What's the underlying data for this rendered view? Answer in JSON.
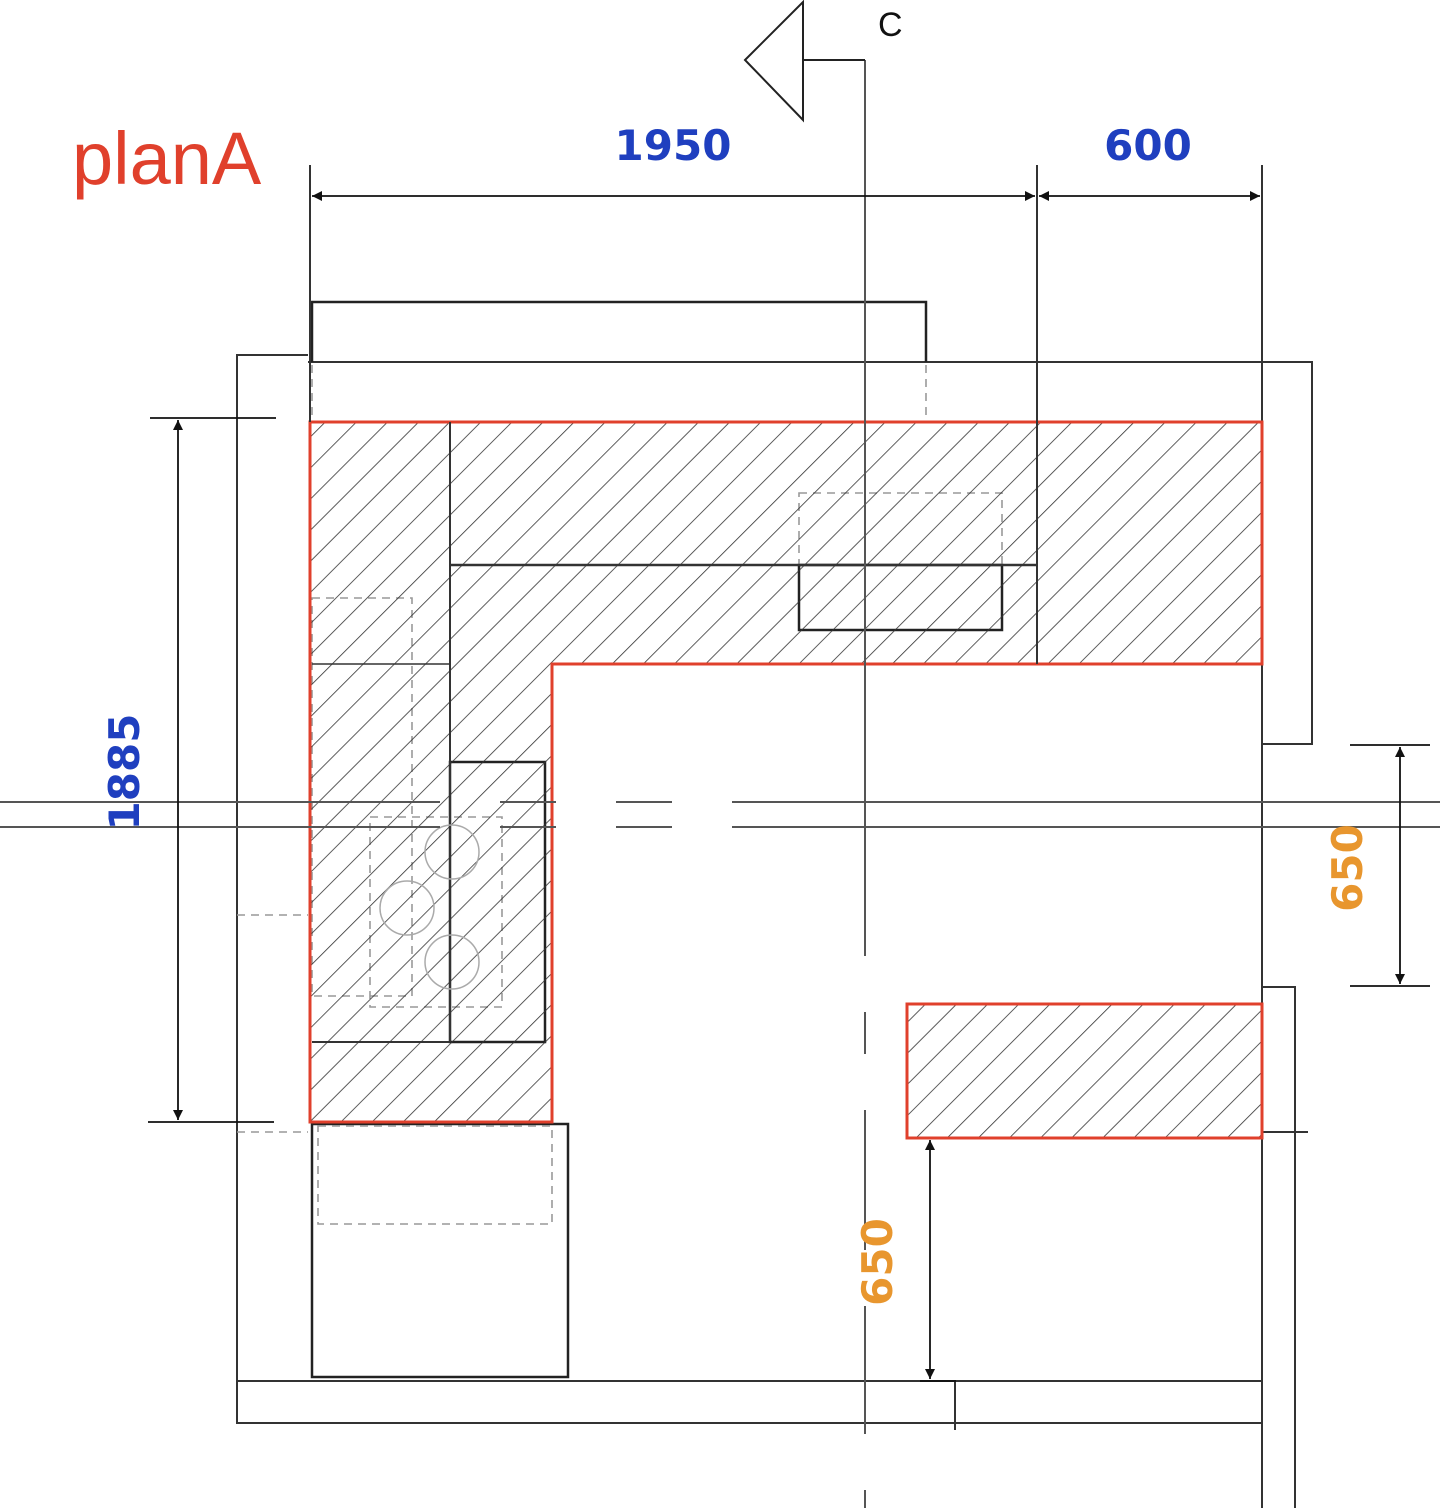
{
  "plan_title": "planA",
  "section_mark": "C",
  "dimensions": {
    "top_left_width": "1950",
    "top_right_width": "600",
    "left_depth": "1885",
    "right_gap": "650",
    "bottom_gap": "650"
  },
  "colors": {
    "counter_outline": "#e0402c",
    "dimension_blue": "#1f3fbf",
    "dimension_orange": "#e8962e",
    "line": "#222222"
  }
}
